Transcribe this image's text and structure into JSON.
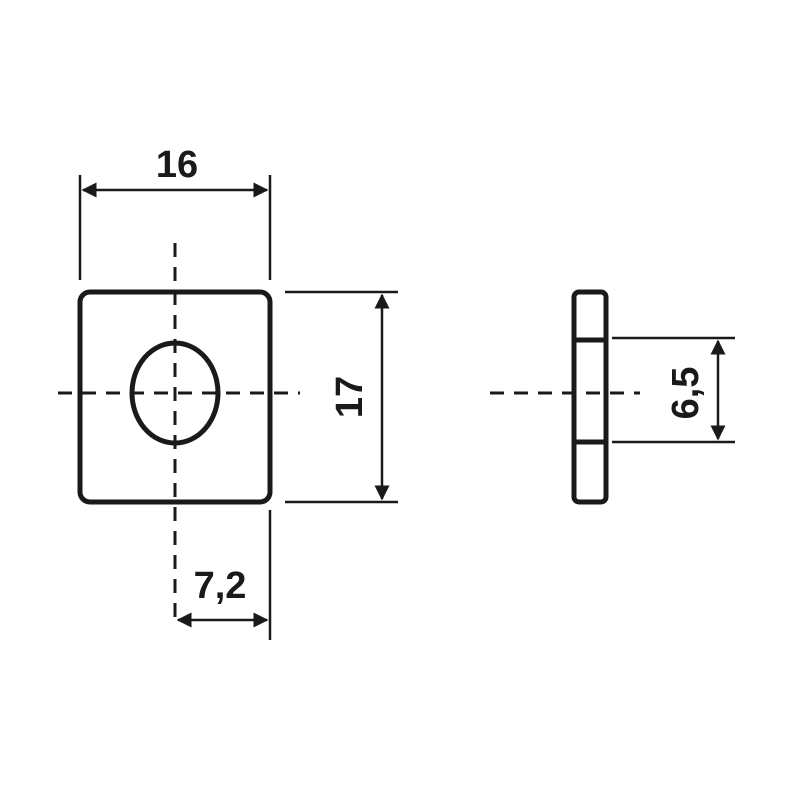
{
  "dimensions": {
    "width_label": "16",
    "height_label": "17",
    "offset_label": "7,2",
    "thickness_label": "6,5"
  }
}
